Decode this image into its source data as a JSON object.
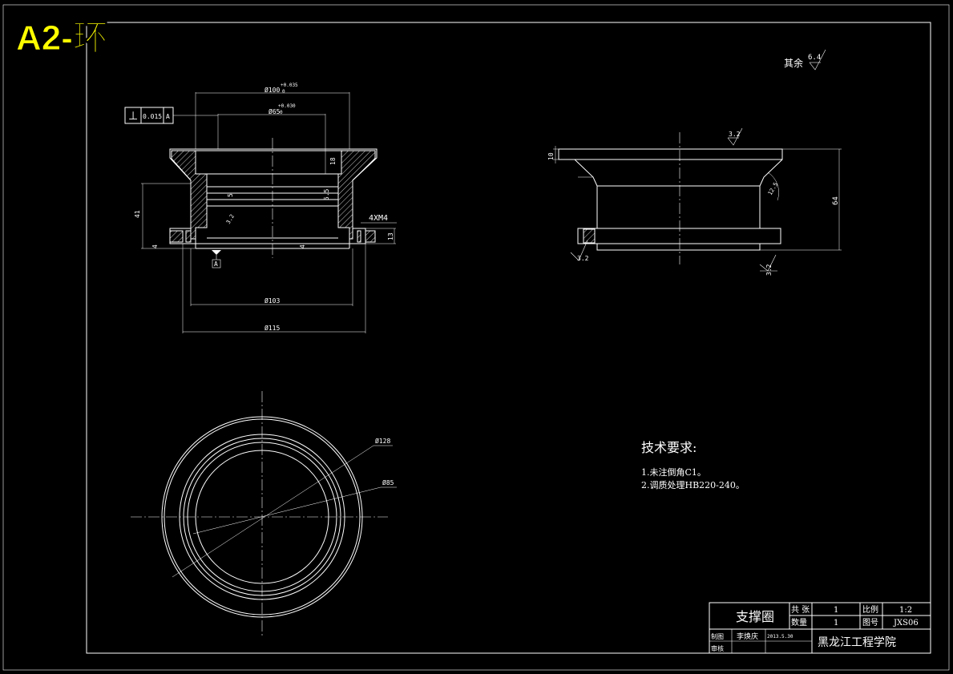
{
  "sheet_badge": "A2-环",
  "surface_roughness_rest": {
    "label": "其余",
    "value": "6.4"
  },
  "front_view": {
    "dim_outer_dia": "Ø100",
    "dim_outer_tol": "+0.035",
    "dim_inner_dia": "Ø65",
    "dim_inner_tol": "+0.030",
    "tol_zero": "0",
    "geo_tol_symbol": "⊥",
    "geo_tol_value": "0.015",
    "geo_tol_datum": "A",
    "dim_18": "18",
    "dim_5a": "5",
    "dim_5b": "5.5",
    "dim_41": "41",
    "dim_4": "4",
    "dim_4b": "4",
    "dim_13": "13",
    "roughness_32": "3.2",
    "thread": "4XM4",
    "datum_label": "A",
    "dim_103": "Ø103",
    "dim_115": "Ø115"
  },
  "side_view": {
    "roughness_top": "3.2",
    "dim_10": "10",
    "roughness_12": "12.5",
    "dim_64": "64",
    "roughness_left": "3.2",
    "roughness_right": "3.2"
  },
  "top_view": {
    "dim_128": "Ø128",
    "dim_85": "Ø85"
  },
  "tech_req": {
    "title": "技术要求:",
    "items": [
      "1.未注倒角C1。",
      "2.调质处理HB220-240。"
    ]
  },
  "title_block": {
    "part_name": "支撑圈",
    "sheets_label": "共 张",
    "sheets_value": "1",
    "scale_label": "比例",
    "scale_value": "1:2",
    "qty_label": "数量",
    "qty_value": "1",
    "drawing_no_label": "图号",
    "drawing_no_value": "JXS06",
    "drafter_label": "制图",
    "drafter_name": "李焕庆",
    "date": "2013.5.30",
    "reviewer_label": "审核",
    "school": "黑龙江工程学院"
  }
}
